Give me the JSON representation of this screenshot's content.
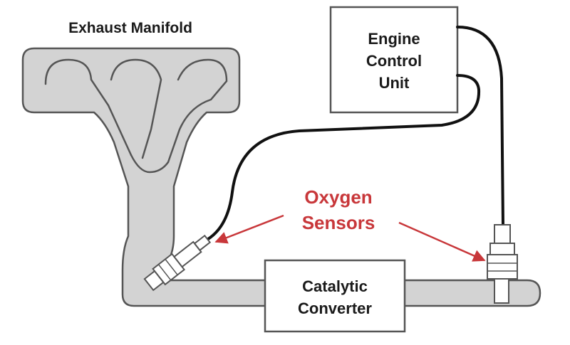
{
  "diagram": {
    "labels": {
      "manifold": "Exhaust Manifold",
      "ecu_line1": "Engine",
      "ecu_line2": "Control",
      "ecu_line3": "Unit",
      "sensors_line1": "Oxygen",
      "sensors_line2": "Sensors",
      "cat_line1": "Catalytic",
      "cat_line2": "Converter"
    },
    "colors": {
      "body_fill": "#d3d3d3",
      "outline": "#555555",
      "wire": "#111111",
      "arrow": "#c8373a",
      "label_text": "#1a1a1a",
      "sensor_label": "#c8373a"
    }
  }
}
